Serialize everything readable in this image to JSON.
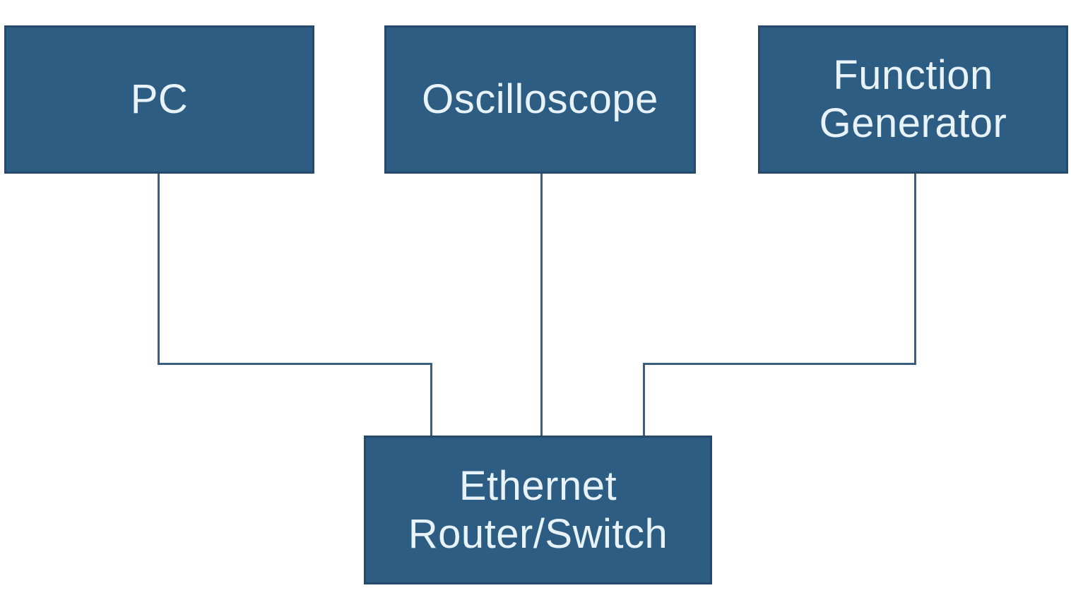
{
  "diagram": {
    "nodes": [
      {
        "id": "pc",
        "label": "PC"
      },
      {
        "id": "oscilloscope",
        "label": "Oscilloscope"
      },
      {
        "id": "function-generator",
        "label": "Function Generator"
      },
      {
        "id": "ethernet-router-switch",
        "label": "Ethernet Router/Switch"
      }
    ],
    "edges": [
      {
        "from": "pc",
        "to": "ethernet-router-switch"
      },
      {
        "from": "oscilloscope",
        "to": "ethernet-router-switch"
      },
      {
        "from": "function-generator",
        "to": "ethernet-router-switch"
      }
    ],
    "colors": {
      "node_fill": "#2E5D83",
      "node_border": "#254A6B",
      "connector": "#3F5E7E",
      "label_text": "#E7F3F8",
      "background": "#FFFFFF"
    }
  }
}
